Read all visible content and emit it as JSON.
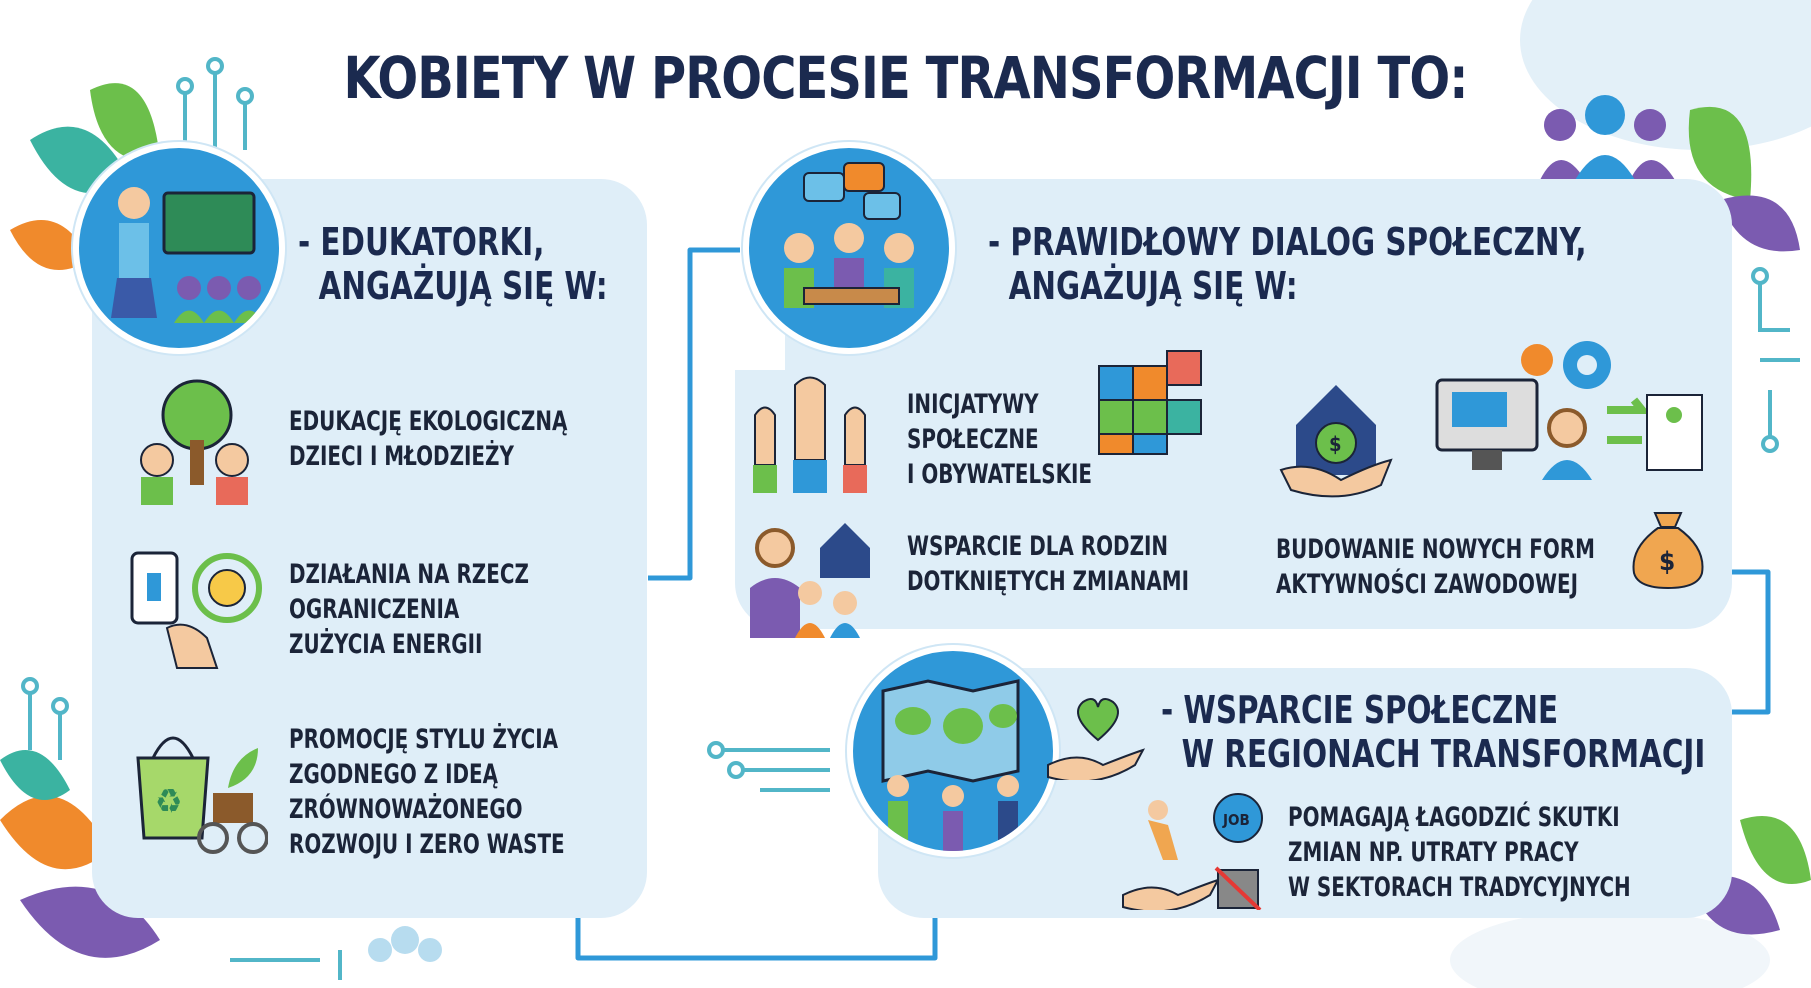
{
  "title": "KOBIETY W PROCESIE TRANSFORMACJI TO:",
  "colors": {
    "navy": "#1b2a4f",
    "panel": "#dfeef8",
    "accent": "#2f98d8",
    "green": "#6cbf4b",
    "purple": "#7b5bb0",
    "orange": "#f08a2c"
  },
  "educators": {
    "heading_line1": "- EDUKATORKI,",
    "heading_line2": "ANGAŻUJĄ SIĘ W:",
    "items": [
      {
        "lines": [
          "EDUKACJĘ EKOLOGICZNĄ",
          "DZIECI I MŁODZIEŻY"
        ],
        "icon": "tree-children-icon"
      },
      {
        "lines": [
          "DZIAŁANIA NA RZECZ",
          "OGRANICZENIA",
          "ZUŻYCIA ENERGII"
        ],
        "icon": "light-switch-energy-icon"
      },
      {
        "lines": [
          "PROMOCJĘ STYLU ŻYCIA",
          "ZGODNEGO Z IDEĄ",
          "ZRÓWNOWAŻONEGO",
          "ROZWOJU I ZERO WASTE"
        ],
        "icon": "recycle-bag-bicycle-icon"
      }
    ]
  },
  "dialogue": {
    "heading_line1": "- PRAWIDŁOWY DIALOG SPOŁECZNY,",
    "heading_line2": "ANGAŻUJĄ SIĘ W:",
    "items": [
      {
        "lines": [
          "INICJATYWY",
          "SPOŁECZNE",
          "I OBYWATELSKIE"
        ],
        "icon": "raised-hands-puzzle-icon"
      },
      {
        "lines": [
          "WSPARCIE DLA RODZIN",
          "DOTKNIĘTYCH ZMIANAMI"
        ],
        "icon": "family-house-icon"
      },
      {
        "lines": [
          "BUDOWANIE NOWYCH FORM",
          "AKTYWNOŚCI ZAWODOWEJ"
        ],
        "icon": "money-bag-icon"
      }
    ]
  },
  "support": {
    "heading_line1": "- WSPARCIE SPOŁECZNE",
    "heading_line2": "W REGIONACH TRANSFORMACJI",
    "items": [
      {
        "lines": [
          "POMAGAJĄ ŁAGODZIĆ SKUTKI",
          "ZMIAN NP. UTRATY PRACY",
          "W SEKTORACH TRADYCYJNYCH"
        ],
        "icon": "job-loss-help-icon"
      }
    ],
    "job_badge": "JOB"
  }
}
